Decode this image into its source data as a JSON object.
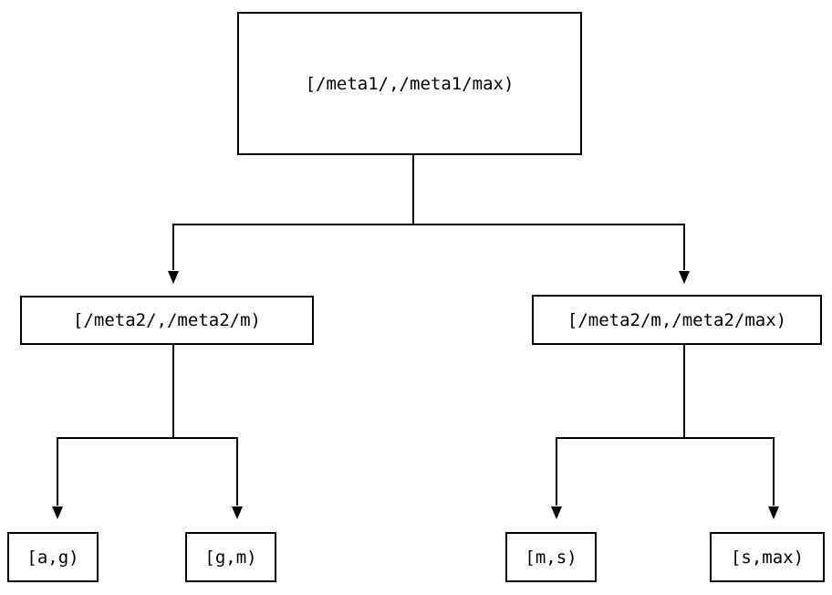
{
  "diagram": {
    "title": "interval-partition-tree",
    "colors": {
      "background": "#ffffff",
      "line": "#000000",
      "box_border": "#000000",
      "text": "#000000"
    },
    "root": {
      "label": "[/meta1/,/meta1/max)"
    },
    "level2": [
      {
        "label": "[/meta2/,/meta2/m)"
      },
      {
        "label": "[/meta2/m,/meta2/max)"
      }
    ],
    "leaves": [
      {
        "label": "[a,g)"
      },
      {
        "label": "[g,m)"
      },
      {
        "label": "[m,s)"
      },
      {
        "label": "[s,max)"
      }
    ],
    "edges": [
      {
        "from": "root",
        "to": "node-meta2-left"
      },
      {
        "from": "root",
        "to": "node-meta2-right"
      },
      {
        "from": "node-meta2-left",
        "to": "leaf-a-g"
      },
      {
        "from": "node-meta2-left",
        "to": "leaf-g-m"
      },
      {
        "from": "node-meta2-right",
        "to": "leaf-m-s"
      },
      {
        "from": "node-meta2-right",
        "to": "leaf-s-max"
      }
    ]
  }
}
